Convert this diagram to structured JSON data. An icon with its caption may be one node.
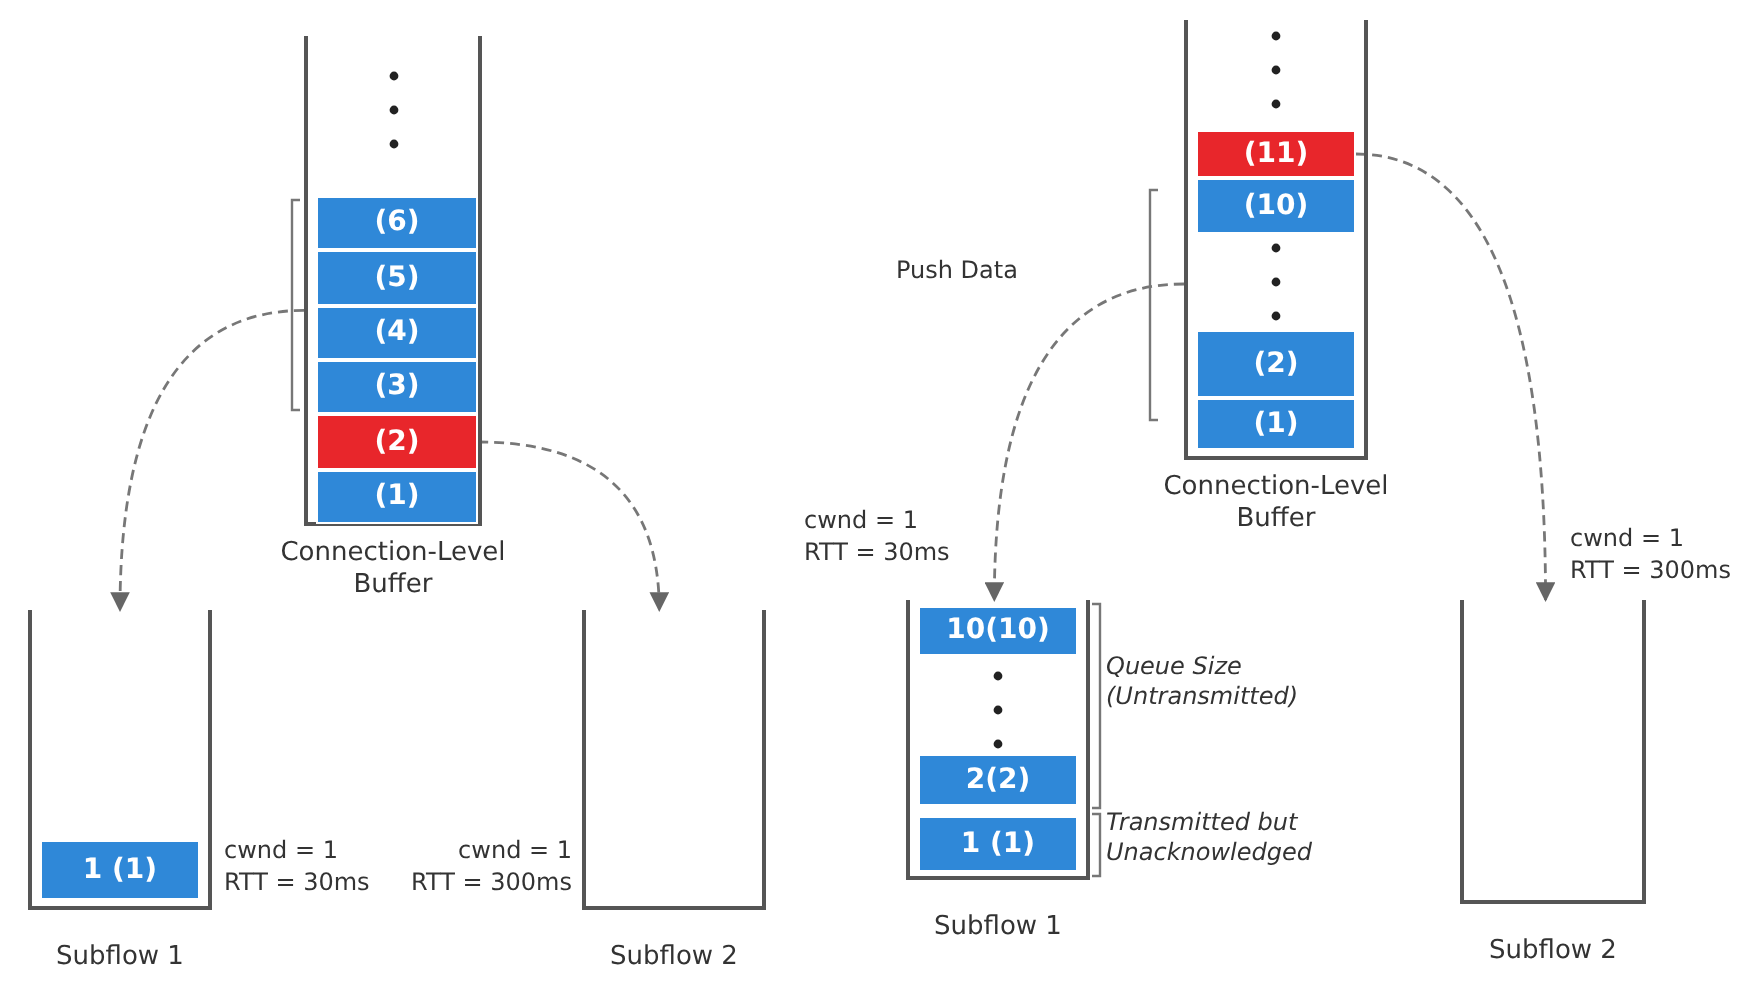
{
  "diagram": {
    "nodes": [
      {
        "text": [
          "Connection-Level Buffer"
        ]
      },
      {
        "text": [
          "(6)"
        ],
        "in": 0
      },
      {
        "text": [
          "(5)"
        ],
        "in": 0
      },
      {
        "text": [
          "(4)"
        ],
        "in": 0
      },
      {
        "text": [
          "(3)"
        ],
        "in": 0
      },
      {
        "text": [
          "(2)"
        ],
        "in": 0
      },
      {
        "text": [
          "(1)"
        ],
        "in": 0
      },
      {
        "text": [
          "Subflow 1"
        ],
        "beside": [
          "cwnd = 1",
          "RTT = 30ms"
        ]
      },
      {
        "text": [
          "1 (1)"
        ],
        "in": 7
      },
      {
        "text": [
          "Subflow 2"
        ],
        "beside": [
          "cwnd = 1",
          "RTT = 300ms"
        ]
      },
      {
        "text": [
          "Connection-Level Buffer"
        ]
      },
      {
        "text": [
          "(11)"
        ],
        "in": 10
      },
      {
        "text": [
          "(10)"
        ],
        "in": 10
      },
      {
        "text": [
          "(2)"
        ],
        "in": 10
      },
      {
        "text": [
          "(1)"
        ],
        "in": 10
      },
      {
        "text": [
          "Subflow 1"
        ],
        "beside": [
          "cwnd = 1",
          "RTT = 30ms"
        ]
      },
      {
        "text": [
          "10(10)"
        ],
        "in": 15
      },
      {
        "text": [
          "2(2)"
        ],
        "in": 15
      },
      {
        "text": [
          "1 (1)"
        ],
        "in": 15
      },
      {
        "text": [
          "Subflow 2"
        ],
        "beside": [
          "cwnd = 1",
          "RTT = 300ms"
        ]
      }
    ],
    "edges": [
      {
        "from": 0,
        "to": 7,
        "arrow": "to",
        "style": "dashed"
      },
      {
        "from": 5,
        "to": 9,
        "arrow": "to",
        "style": "dashed"
      },
      {
        "from": 10,
        "to": 15,
        "arrow": "to",
        "style": "dashed",
        "label": "Push Data"
      },
      {
        "from": 11,
        "to": 19,
        "arrow": "to",
        "style": "dashed"
      }
    ],
    "labels": [
      "Queue Size (Untransmitted)",
      "Transmitted but Unacknowledged"
    ]
  }
}
